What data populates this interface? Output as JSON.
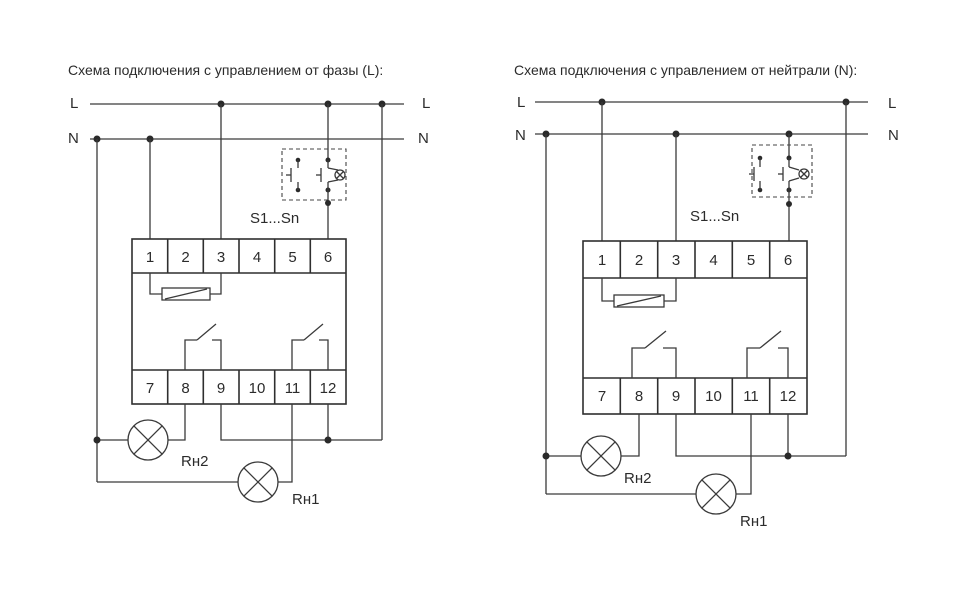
{
  "left": {
    "title": "Схема подключения с управлением от фазы (L):",
    "bus_l_left": "L",
    "bus_l_right": "L",
    "bus_n_left": "N",
    "bus_n_right": "N",
    "switch_label": "S1...Sn",
    "top_terminals": [
      "1",
      "2",
      "3",
      "4",
      "5",
      "6"
    ],
    "bottom_terminals": [
      "7",
      "8",
      "9",
      "10",
      "11",
      "12"
    ],
    "load2": "Rн2",
    "load1": "Rн1"
  },
  "right": {
    "title": "Схема подключения с управлением от нейтрали (N):",
    "bus_l_left": "L",
    "bus_l_right": "L",
    "bus_n_left": "N",
    "bus_n_right": "N",
    "switch_label": "S1...Sn",
    "top_terminals": [
      "1",
      "2",
      "3",
      "4",
      "5",
      "6"
    ],
    "bottom_terminals": [
      "7",
      "8",
      "9",
      "10",
      "11",
      "12"
    ],
    "load2": "Rн2",
    "load1": "Rн1"
  }
}
